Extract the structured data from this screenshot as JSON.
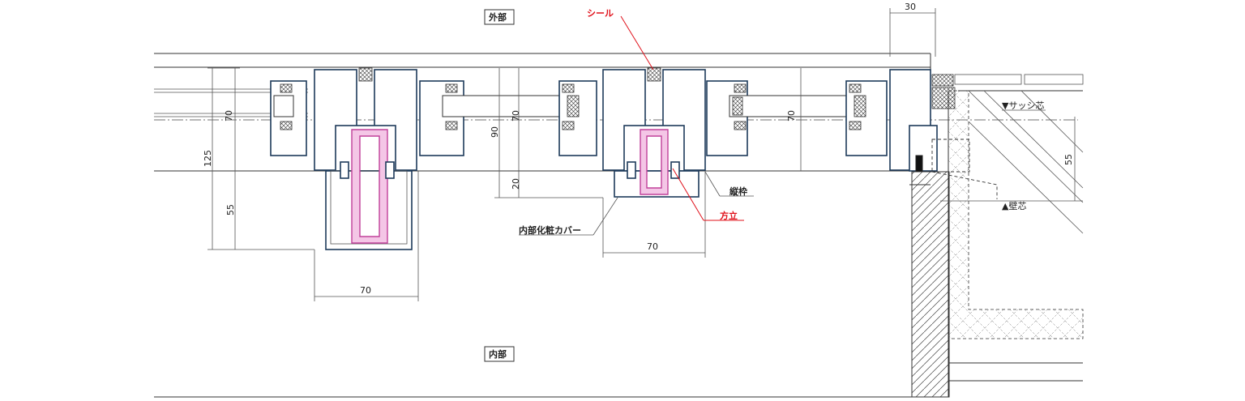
{
  "labels": {
    "exterior": "外部",
    "interior": "内部",
    "seal": "シール",
    "mullion": "方立",
    "vertical_frame": "縦枠",
    "interior_cover": "内部化粧カバー",
    "sash_center": "▼サッシ芯",
    "wall_center": "▲壁芯"
  },
  "dimensions": {
    "d30": "30",
    "d70_a": "70",
    "d70_b": "70",
    "d70_c": "70",
    "d125": "125",
    "d55_left": "55",
    "d90": "90",
    "d20": "20",
    "d70_bottom_left": "70",
    "d70_bottom_mid": "70",
    "d55_right": "55"
  },
  "colors": {
    "seal": "#e0101a",
    "mullion_fill": "#f4c6e6",
    "profile": "#1d3a5a"
  }
}
